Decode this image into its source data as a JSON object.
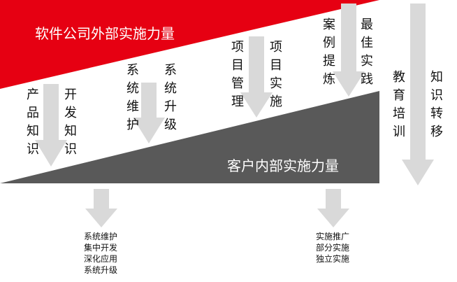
{
  "outer_force": "软件公司外部实施力量",
  "inner_force": "客户内部实施力量",
  "columns": [
    "产品知识",
    "开发知识",
    "系统维护",
    "系统升级",
    "项目管理",
    "项目实施",
    "案例提炼",
    "最佳实践",
    "教育培训",
    "知识转移"
  ],
  "left_outcomes": [
    "系统维护",
    "集中开发",
    "深化应用",
    "系统升级"
  ],
  "right_outcomes": [
    "实施推广",
    "部分实施",
    "独立实施"
  ],
  "colors": {
    "red": "#e60012",
    "gray": "#595959",
    "arrow": "#d9d9d9"
  }
}
